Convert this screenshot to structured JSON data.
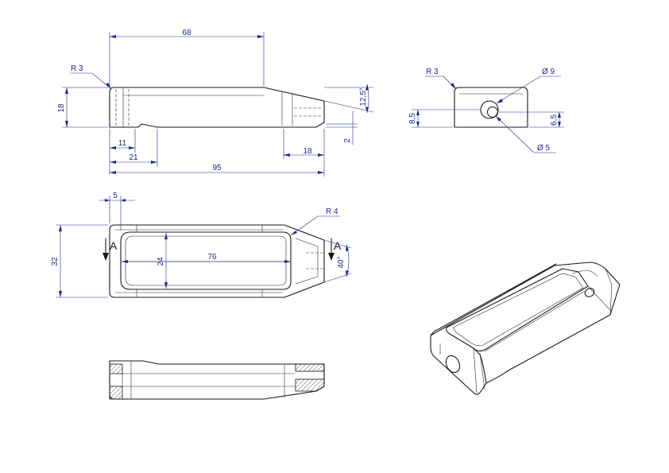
{
  "dimensions": {
    "top_length_68": "68",
    "radius_front": "R 3",
    "height_18": "18",
    "angle_12_5": "12,5°",
    "offset_2": "2",
    "len_11": "11",
    "len_21": "21",
    "len_18_bottom": "18",
    "overall_95": "95",
    "radius_side": "R 3",
    "dia_9": "Ø 9",
    "dia_5": "Ø 5",
    "height_8_5": "8,5",
    "height_6_5": "6,5",
    "wall_5": "5",
    "radius_plan": "R 4",
    "width_32": "32",
    "inner_24": "24",
    "inner_76": "76",
    "angle_40": "40°"
  },
  "section": {
    "left_marker": "A",
    "right_marker": "A"
  }
}
